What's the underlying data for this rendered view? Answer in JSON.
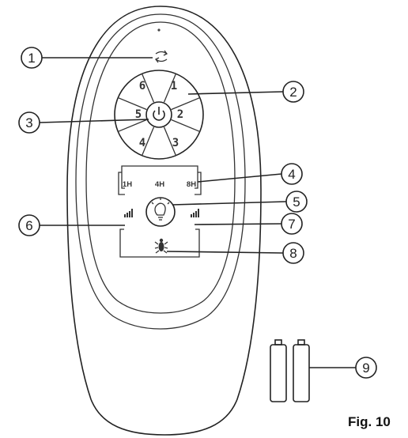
{
  "remote": {
    "speed_buttons": [
      "1",
      "2",
      "3",
      "4",
      "5",
      "6"
    ],
    "timer_buttons": [
      "1H",
      "4H",
      "8H"
    ],
    "icons": {
      "reverse": "reverse-arrows-icon",
      "power": "power-icon",
      "light": "light-bulb-icon",
      "dim_left": "brightness-bars-icon",
      "dim_right": "brightness-bars-icon",
      "insect": "insect-icon",
      "led": "indicator-dot"
    }
  },
  "callouts": [
    "1",
    "2",
    "3",
    "4",
    "5",
    "6",
    "7",
    "8",
    "9"
  ],
  "figure": {
    "caption": "Fig. 10"
  }
}
